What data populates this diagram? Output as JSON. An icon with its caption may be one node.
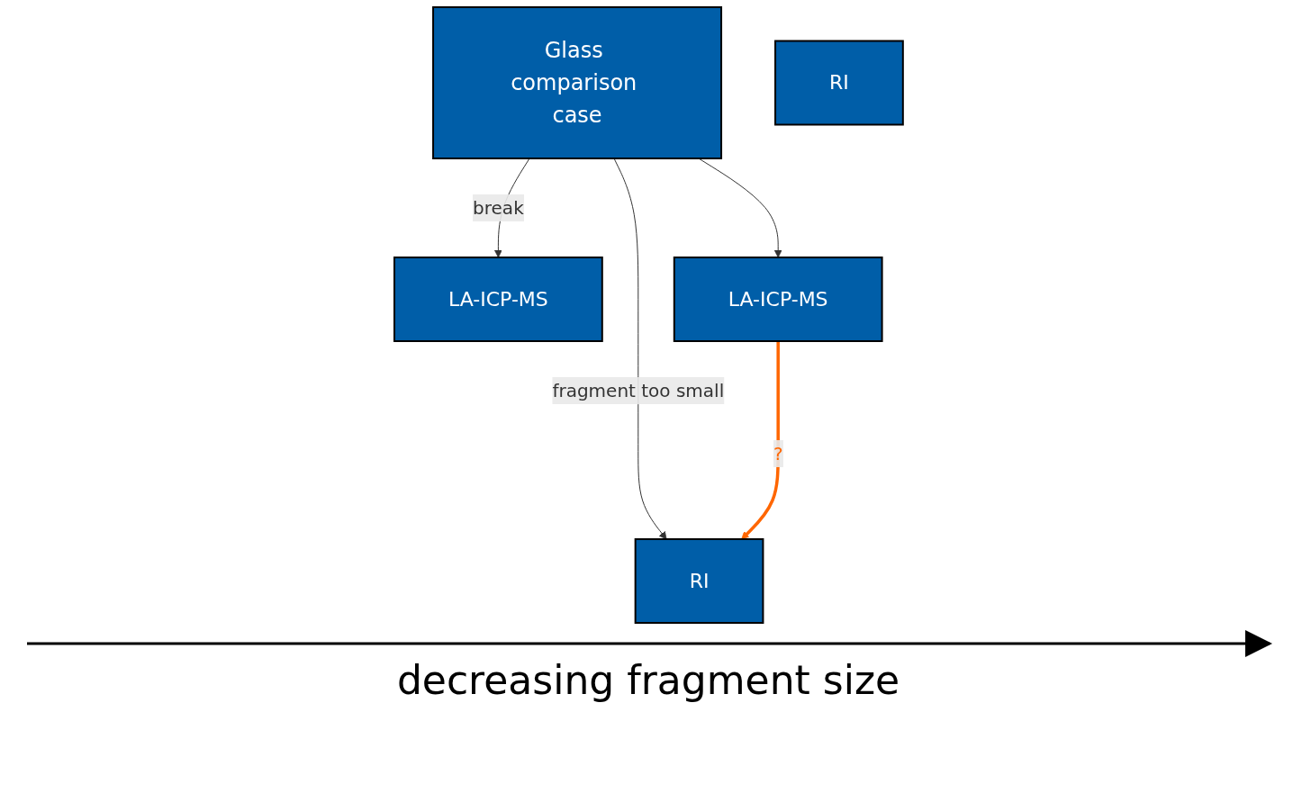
{
  "diagram": {
    "nodes": [
      {
        "text": [
          "Glass comparison case"
        ]
      },
      {
        "text": [
          "RI"
        ]
      },
      {
        "text": [
          "LA-ICP-MS"
        ]
      },
      {
        "text": [
          "LA-ICP-MS"
        ]
      },
      {
        "text": [
          "RI"
        ]
      }
    ],
    "edges": [
      {
        "from": 0,
        "to": 2,
        "arrow": "to",
        "label": "break"
      },
      {
        "from": 0,
        "to": 3,
        "arrow": "to"
      },
      {
        "from": 0,
        "to": 4,
        "arrow": "to",
        "label": "fragment too small"
      },
      {
        "from": 3,
        "to": 4,
        "arrow": "to",
        "label": "?",
        "style": "thick",
        "color": "#ff6600"
      }
    ],
    "labels": [
      "decreasing fragment size"
    ]
  }
}
